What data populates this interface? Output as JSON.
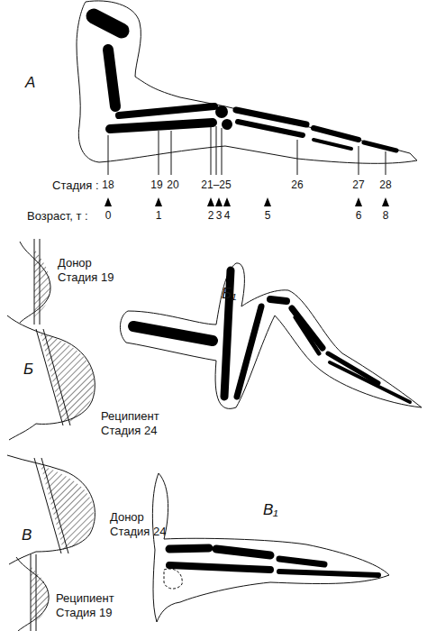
{
  "diagram": {
    "labels": [
      "А",
      "Стадия :",
      "18",
      "19",
      "20",
      "21–25",
      "26",
      "27",
      "28",
      "Возраст, т :",
      "0",
      "1",
      "2",
      "3",
      "4",
      "5",
      "6",
      "8",
      "Б",
      "Донор Стадия 19",
      "Реципиент Стадия 24",
      "Б₁",
      "В",
      "Донор Стадия 24",
      "Реципиент Стадия 19",
      "В₁"
    ]
  }
}
